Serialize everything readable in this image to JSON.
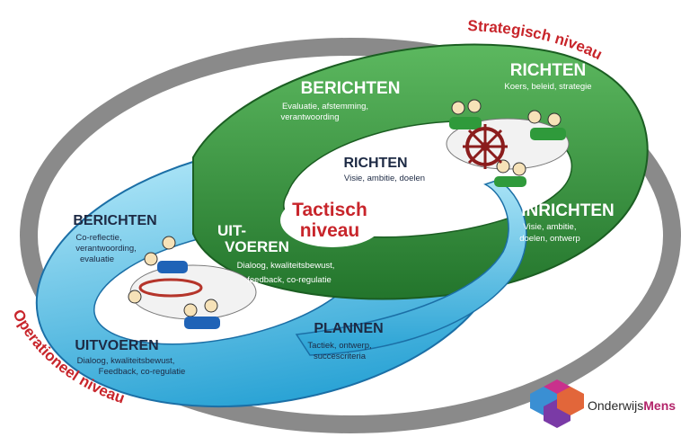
{
  "levels": {
    "strategic": "Strategisch niveau",
    "tactical_line1": "Tactisch",
    "tactical_line2": "niveau",
    "operational": "Operationeel niveau"
  },
  "green_ring": {
    "richten": {
      "title": "RICHTEN",
      "desc": "Koers, beleid, strategie"
    },
    "berichten": {
      "title": "BERICHTEN",
      "desc_line1": "Evaluatie, afstemming,",
      "desc_line2": "verantwoording"
    },
    "inrichten": {
      "title": "INRICHTEN",
      "desc_line1": "Visie, ambitie,",
      "desc_line2": "doelen, ontwerp"
    },
    "uitvoeren": {
      "title_line1": "UIT-",
      "title_line2": "VOEREN",
      "desc_line1": "Dialoog, kwaliteitsbewust,",
      "desc_line2": "feedback, co-regulatie"
    }
  },
  "blue_ring": {
    "richten": {
      "title": "RICHTEN",
      "desc": "Visie, ambitie, doelen"
    },
    "berichten": {
      "title": "BERICHTEN",
      "desc_line1": "Co-reflectie,",
      "desc_line2": "verantwoording,",
      "desc_line3": "evaluatie"
    },
    "uitvoeren": {
      "title": "UITVOEREN",
      "desc_line1": "Dialoog, kwaliteitsbewust,",
      "desc_line2": "Feedback, co-regulatie"
    },
    "plannen": {
      "title": "PLANNEN",
      "desc_line1": "Tactiek, ontwerp,",
      "desc_line2": "succescriteria"
    }
  },
  "logo": {
    "text_regular": "Onderwijs",
    "text_bold": "Mens"
  },
  "colors": {
    "outer_ring": "#8a8a8a",
    "green": "#2f8f3a",
    "blue": "#5fc3e6",
    "red_text": "#c8252b",
    "logo_bold": "#b3246a"
  }
}
